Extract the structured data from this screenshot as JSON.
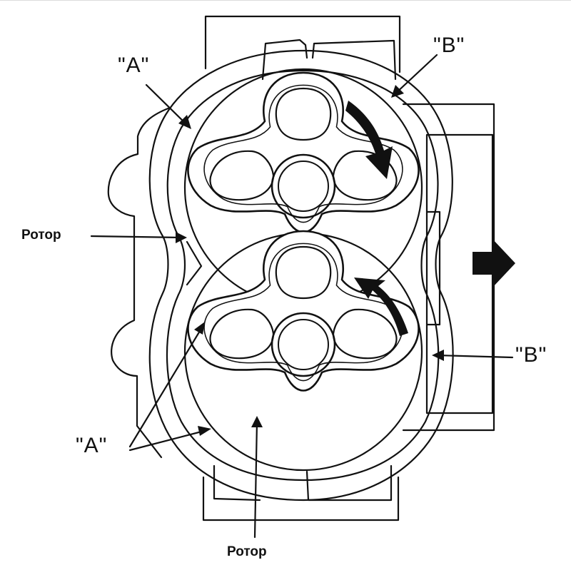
{
  "diagram": {
    "labels": {
      "a_top": "\"A\"",
      "b_top": "\"B\"",
      "b_right": "\"B\"",
      "a_bottom": "\"A\"",
      "rotor_left": "Ротор",
      "rotor_bottom": "Ротор"
    },
    "colors": {
      "ink": "#111111",
      "background": "#ffffff"
    },
    "icons": [
      "flow-arrow-icon",
      "rotation-arrow-icon"
    ]
  }
}
